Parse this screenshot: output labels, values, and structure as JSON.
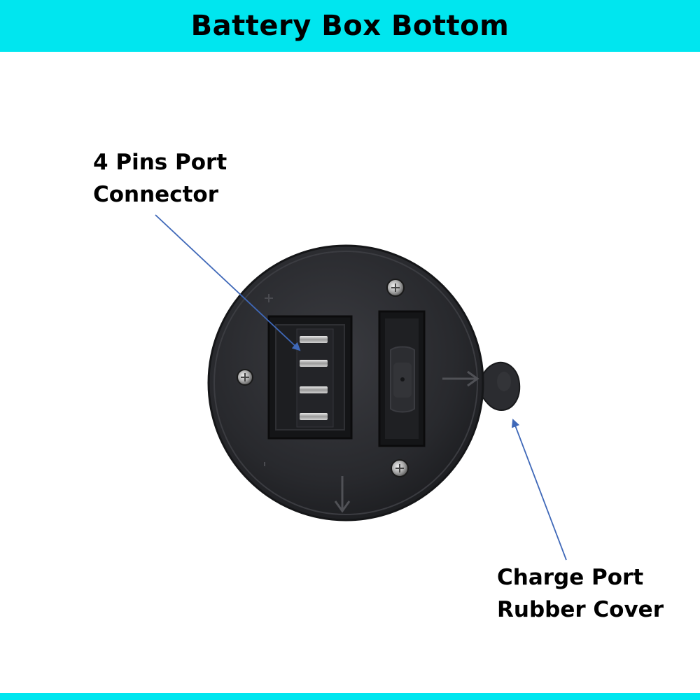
{
  "header": {
    "title": "Battery Box Bottom"
  },
  "callouts": {
    "connector": {
      "line1": "4 Pins Port",
      "line2": "Connector"
    },
    "cover": {
      "line1": "Charge Port",
      "line2": "Rubber Cover"
    }
  },
  "colors": {
    "banner": "#00e6ef",
    "leader_line": "#3f68b8",
    "housing": "#26272b"
  }
}
